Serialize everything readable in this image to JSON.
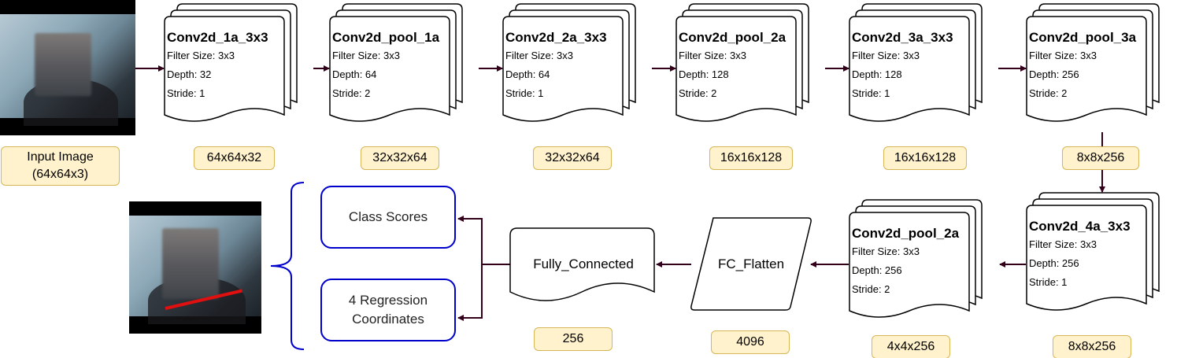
{
  "input": {
    "label_line1": "Input Image",
    "label_line2": "(64x64x3)"
  },
  "layers_top": [
    {
      "title": "Conv2d_1a_3x3",
      "filter": "Filter Size: 3x3",
      "depth": "Depth: 32",
      "stride": "Stride: 1",
      "output": "64x64x32"
    },
    {
      "title": "Conv2d_pool_1a",
      "filter": "Filter Size: 3x3",
      "depth": "Depth: 64",
      "stride": "Stride: 2",
      "output": "32x32x64"
    },
    {
      "title": "Conv2d_2a_3x3",
      "filter": "Filter Size: 3x3",
      "depth": "Depth: 64",
      "stride": "Stride: 1",
      "output": "32x32x64"
    },
    {
      "title": "Conv2d_pool_2a",
      "filter": "Filter Size: 3x3",
      "depth": "Depth: 128",
      "stride": "Stride: 2",
      "output": "16x16x128"
    },
    {
      "title": "Conv2d_3a_3x3",
      "filter": "Filter Size: 3x3",
      "depth": "Depth: 128",
      "stride": "Stride: 1",
      "output": "16x16x128"
    },
    {
      "title": "Conv2d_pool_3a",
      "filter": "Filter Size: 3x3",
      "depth": "Depth: 256",
      "stride": "Stride: 2",
      "output": "8x8x256"
    }
  ],
  "layers_bottom": [
    {
      "title": "Conv2d_4a_3x3",
      "filter": "Filter Size: 3x3",
      "depth": "Depth: 256",
      "stride": "Stride: 1",
      "output": "8x8x256"
    },
    {
      "title": "Conv2d_pool_2a",
      "filter": "Filter Size: 3x3",
      "depth": "Depth: 256",
      "stride": "Stride: 2",
      "output": "4x4x256"
    }
  ],
  "flatten": {
    "label": "FC_Flatten",
    "output": "4096"
  },
  "fully_connected": {
    "label": "Fully_Connected",
    "output": "256"
  },
  "outputs": {
    "class_scores": "Class Scores",
    "regression_line1": "4 Regression",
    "regression_line2": "Coordinates"
  },
  "colors": {
    "arrow": "#33001a",
    "tag_fill": "#fff2cc",
    "tag_border": "#d6b656",
    "output_border": "#0000cc",
    "bbox_line": "#e01010"
  }
}
